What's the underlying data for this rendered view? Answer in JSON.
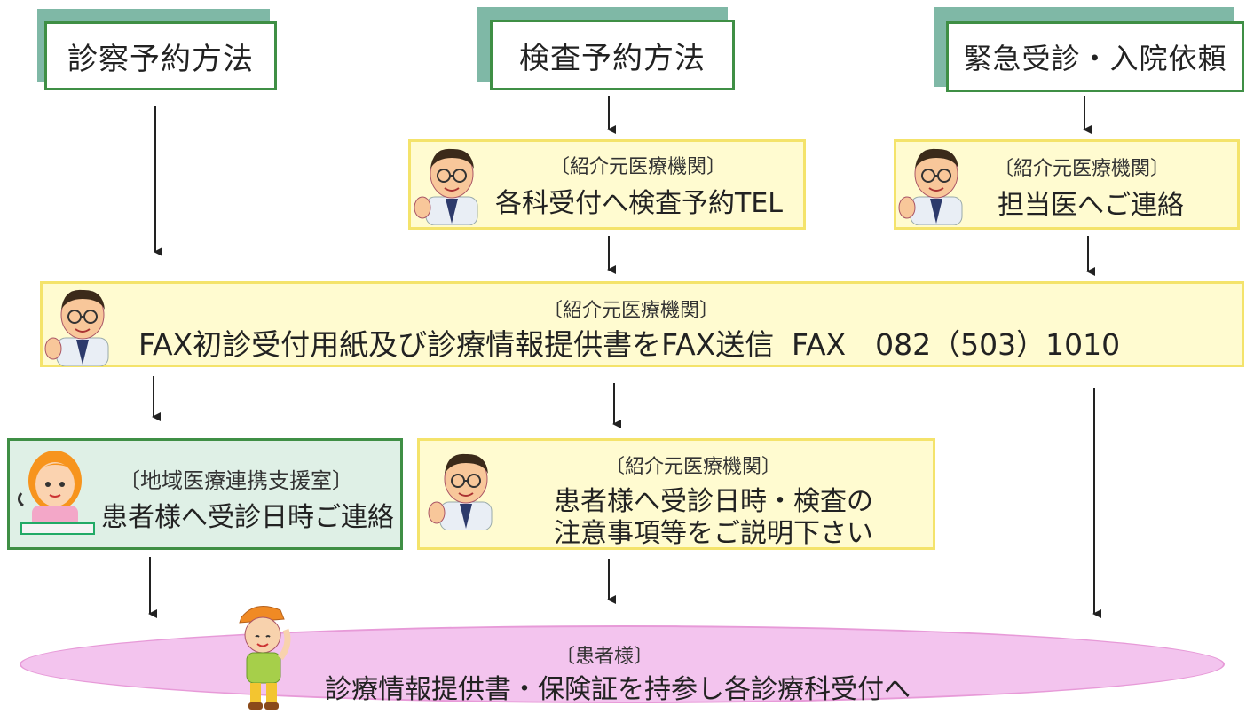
{
  "headers": {
    "consult": "診察予約方法",
    "exam": "検査予約方法",
    "emergency": "緊急受診・入院依頼"
  },
  "boxes": {
    "exam_call": {
      "sub": "〔紹介元医療機関〕",
      "main": "各科受付へ検査予約TEL"
    },
    "emergency_call": {
      "sub": "〔紹介元医療機関〕",
      "main": "担当医へご連絡"
    },
    "fax": {
      "sub": "〔紹介元医療機関〕",
      "main": "FAX初診受付用紙及び診療情報提供書をFAX送信",
      "fax_number": "FAX　082（503）1010"
    },
    "support_room": {
      "sub": "〔地域医療連携支援室〕",
      "main": "患者様へ受診日時ご連絡"
    },
    "explain": {
      "sub": "〔紹介元医療機関〕",
      "line1": "患者様へ受診日時・検査の",
      "line2": "注意事項等をご説明下さい"
    },
    "patient": {
      "sub": "〔患者様〕",
      "main": "診療情報提供書・保険証を持参し各診療科受付へ"
    }
  },
  "figures": {
    "doctor": "doctor-illustration",
    "receptionist": "receptionist-illustration",
    "patient": "patient-illustration"
  }
}
